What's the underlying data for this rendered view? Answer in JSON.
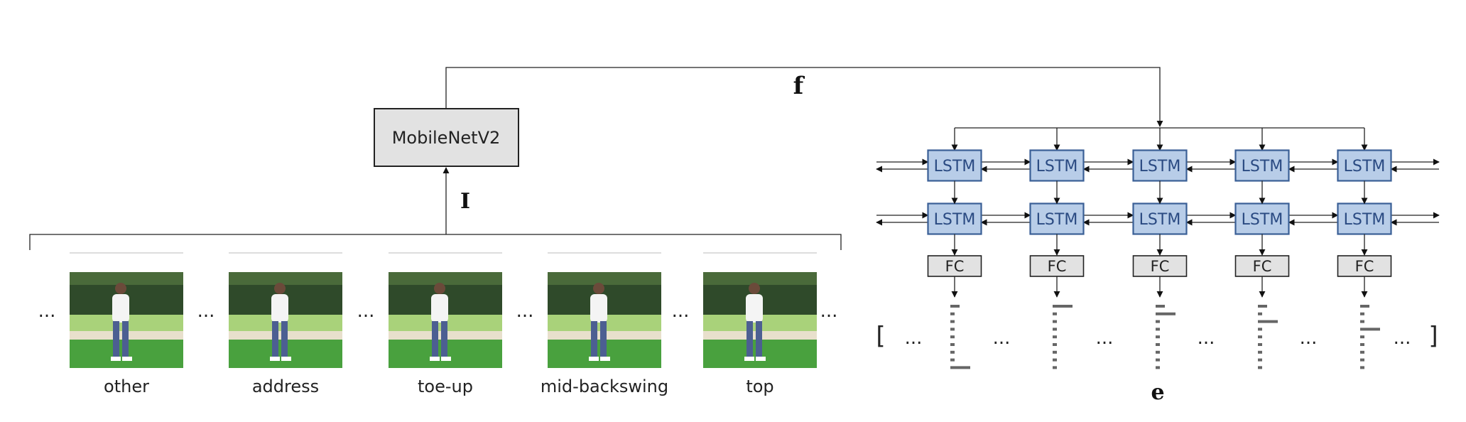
{
  "backbone": {
    "label": "MobileNetV2"
  },
  "symbols": {
    "features": "f",
    "input": "I",
    "events": "e"
  },
  "frames": [
    {
      "label": "other",
      "icon": "golfer-frame-image"
    },
    {
      "label": "address",
      "icon": "golfer-frame-image"
    },
    {
      "label": "toe-up",
      "icon": "golfer-frame-image"
    },
    {
      "label": "mid-backswing",
      "icon": "golfer-frame-image"
    },
    {
      "label": "top",
      "icon": "golfer-frame-image"
    }
  ],
  "ellipsis": "...",
  "lstm_label": "LSTM",
  "fc_label": "FC",
  "bracket_open": "[",
  "bracket_close": "]",
  "outputs": [
    {
      "peak_index": 8
    },
    {
      "peak_index": 0
    },
    {
      "peak_index": 1
    },
    {
      "peak_index": 2
    },
    {
      "peak_index": 3
    }
  ],
  "colors": {
    "lstm_fill": "#b8cde8",
    "lstm_border": "#3a5f96",
    "fc_fill": "#e2e2e2",
    "bar": "#666666"
  }
}
